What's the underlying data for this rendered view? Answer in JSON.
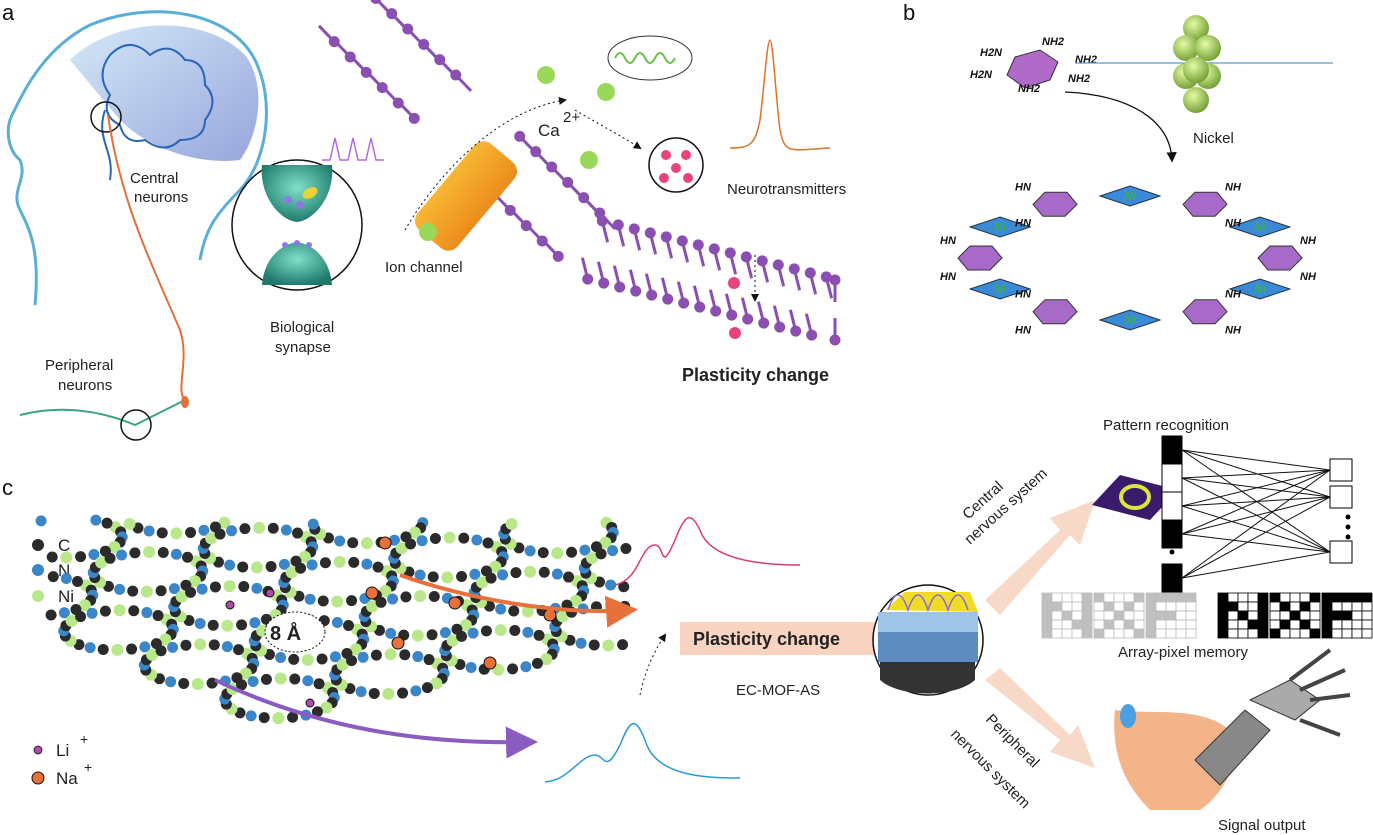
{
  "panels": {
    "a": "a",
    "b": "b",
    "c": "c"
  },
  "panel_a": {
    "central_neurons": [
      "Central",
      "neurons"
    ],
    "peripheral_neurons": [
      "Peripheral",
      "neurons"
    ],
    "biological_synapse": [
      "Biological",
      "synapse"
    ],
    "ion_channel": "Ion channel",
    "calcium": "Ca",
    "calcium_charge": "2+",
    "neurotransmitters": "Neurotransmitters",
    "plasticity_change": "Plasticity change"
  },
  "panel_b": {
    "monomer_groups": [
      "NH2",
      "H2N",
      "NH2",
      "H2N",
      "NH2",
      "NH2"
    ],
    "nickel": "Nickel",
    "ni": "Ni",
    "nh": "NH",
    "hn": "HN"
  },
  "panel_c": {
    "legend_atoms": [
      "C",
      "N",
      "Ni"
    ],
    "legend_ions": [
      {
        "label": "Li",
        "charge": "+"
      },
      {
        "label": "Na",
        "charge": "+"
      }
    ],
    "pore_size": "8 Å",
    "plasticity_change": "Plasticity change",
    "device": "EC-MOF-AS",
    "central_system": [
      "Central",
      "nervous system"
    ],
    "peripheral_system": [
      "Peripheral",
      "nervous system"
    ],
    "pattern_recognition": "Pattern recognition",
    "array_pixel_memory": "Array-pixel memory",
    "signal_output": "Signal output",
    "pixel_patterns_gray": [
      [
        1,
        0,
        0,
        0,
        1,
        1,
        1,
        0,
        0,
        1,
        1,
        0,
        1,
        0,
        1,
        1,
        0,
        0,
        1,
        1,
        1,
        0,
        0,
        0,
        1
      ],
      [
        1,
        0,
        0,
        0,
        1,
        0,
        1,
        0,
        1,
        0,
        0,
        0,
        1,
        0,
        0,
        0,
        1,
        0,
        1,
        0,
        1,
        0,
        0,
        0,
        1
      ],
      [
        1,
        1,
        1,
        1,
        1,
        1,
        0,
        0,
        0,
        0,
        1,
        1,
        1,
        0,
        0,
        1,
        0,
        0,
        0,
        0,
        1,
        0,
        0,
        0,
        0
      ]
    ],
    "pixel_patterns_black": [
      [
        1,
        0,
        0,
        0,
        1,
        1,
        1,
        0,
        0,
        1,
        1,
        0,
        1,
        0,
        1,
        1,
        0,
        0,
        1,
        1,
        1,
        0,
        0,
        0,
        1
      ],
      [
        1,
        0,
        0,
        0,
        1,
        0,
        1,
        0,
        1,
        0,
        0,
        0,
        1,
        0,
        0,
        0,
        1,
        0,
        1,
        0,
        1,
        0,
        0,
        0,
        1
      ],
      [
        1,
        1,
        1,
        1,
        1,
        1,
        0,
        0,
        0,
        0,
        1,
        1,
        1,
        0,
        0,
        1,
        0,
        0,
        0,
        0,
        1,
        0,
        0,
        0,
        0
      ]
    ]
  },
  "colors": {
    "atom_c": "#2b2b2b",
    "atom_n": "#3a86c8",
    "atom_ni": "#b9e88a",
    "li": "#b04aa8",
    "na": "#e8703a",
    "lipid": "#8a4fb0",
    "arrow_pink": "#f5cdb8"
  }
}
